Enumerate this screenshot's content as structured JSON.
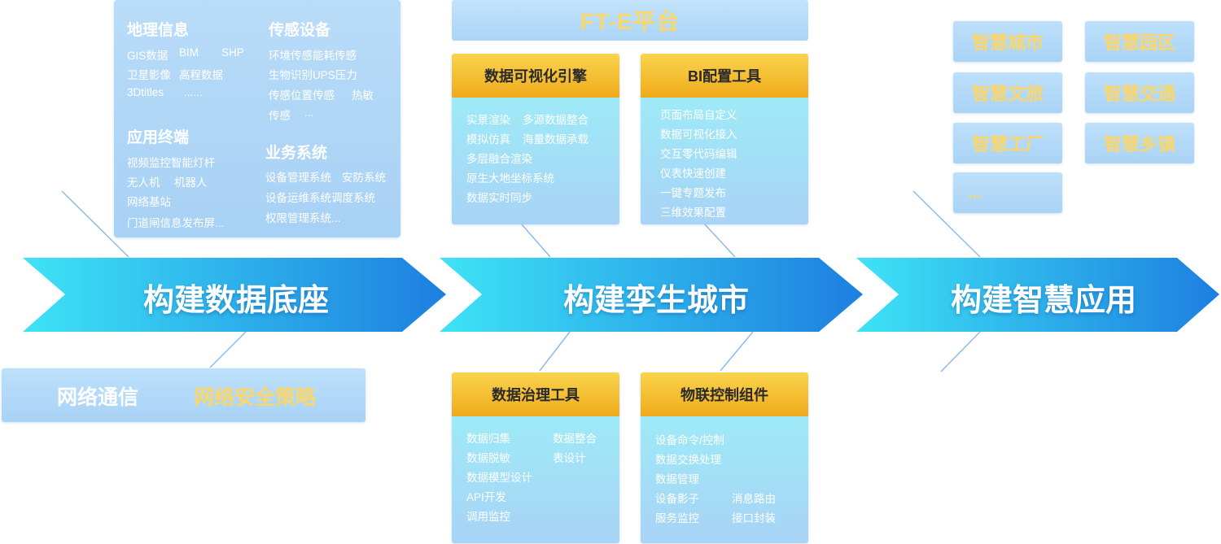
{
  "stages": [
    {
      "label": "构建数据底座"
    },
    {
      "label": "构建孪生城市"
    },
    {
      "label": "构建智慧应用"
    }
  ],
  "data_base_panel": {
    "geo": {
      "title": "地理信息",
      "items": [
        "GIS数据",
        "BIM",
        "SHP",
        "卫星影像",
        "高程数据",
        "3Dtitles",
        "......"
      ]
    },
    "sensor": {
      "title": "传感设备",
      "items": [
        "环境传感能耗传感",
        "生物识别UPS压力",
        "传感位置传感",
        "热敏",
        "传感",
        "..."
      ]
    },
    "terminal": {
      "title": "应用终端",
      "items": [
        "视频监控智能灯杆",
        "无人机",
        "机器人",
        "网络基站",
        "门道闸信息发布屏..."
      ]
    },
    "business": {
      "title": "业务系统",
      "items": [
        "设备管理系统",
        "安防系统",
        "设备运维系统调度系统",
        "权限管理系统..."
      ]
    }
  },
  "network_bar": {
    "left": "网络通信",
    "right": "网络安全策略"
  },
  "platform": {
    "title": "FT-E平台"
  },
  "modules": {
    "viz_engine": {
      "title": "数据可视化引擎",
      "items": [
        "实景渲染",
        "多源数据整合",
        "模拟仿真",
        "海量数据承载",
        "多层融合渲染",
        "原生大地坐标系统",
        "数据实时同步"
      ]
    },
    "bi_tool": {
      "title": "BI配置工具",
      "items": [
        "页面布局自定义",
        "数据可视化接入",
        "交互零代码编辑",
        "仪表快速创建",
        "一键专题发布",
        "三维效果配置"
      ]
    },
    "governance": {
      "title": "数据治理工具",
      "items": [
        "数据归集",
        "数据整合",
        "数据脱敏",
        "表设计",
        "数据模型设计",
        "API开发",
        "调用监控"
      ]
    },
    "iot": {
      "title": "物联控制组件",
      "items": [
        "设备命令/控制",
        "数据交换处理",
        "数据管理",
        "设备影子",
        "消息路由",
        "服务监控",
        "接口封装"
      ]
    }
  },
  "apps": [
    "智慧城市",
    "智慧园区",
    "智慧文旅",
    "智慧交通",
    "智慧工厂",
    "智慧乡镇",
    "..."
  ],
  "colors": {
    "chevron_start": "#3ee3f6",
    "chevron_end": "#1d7fe0",
    "accent_yellow": "#fbd66b",
    "header_orange": "#f0ab1c"
  }
}
